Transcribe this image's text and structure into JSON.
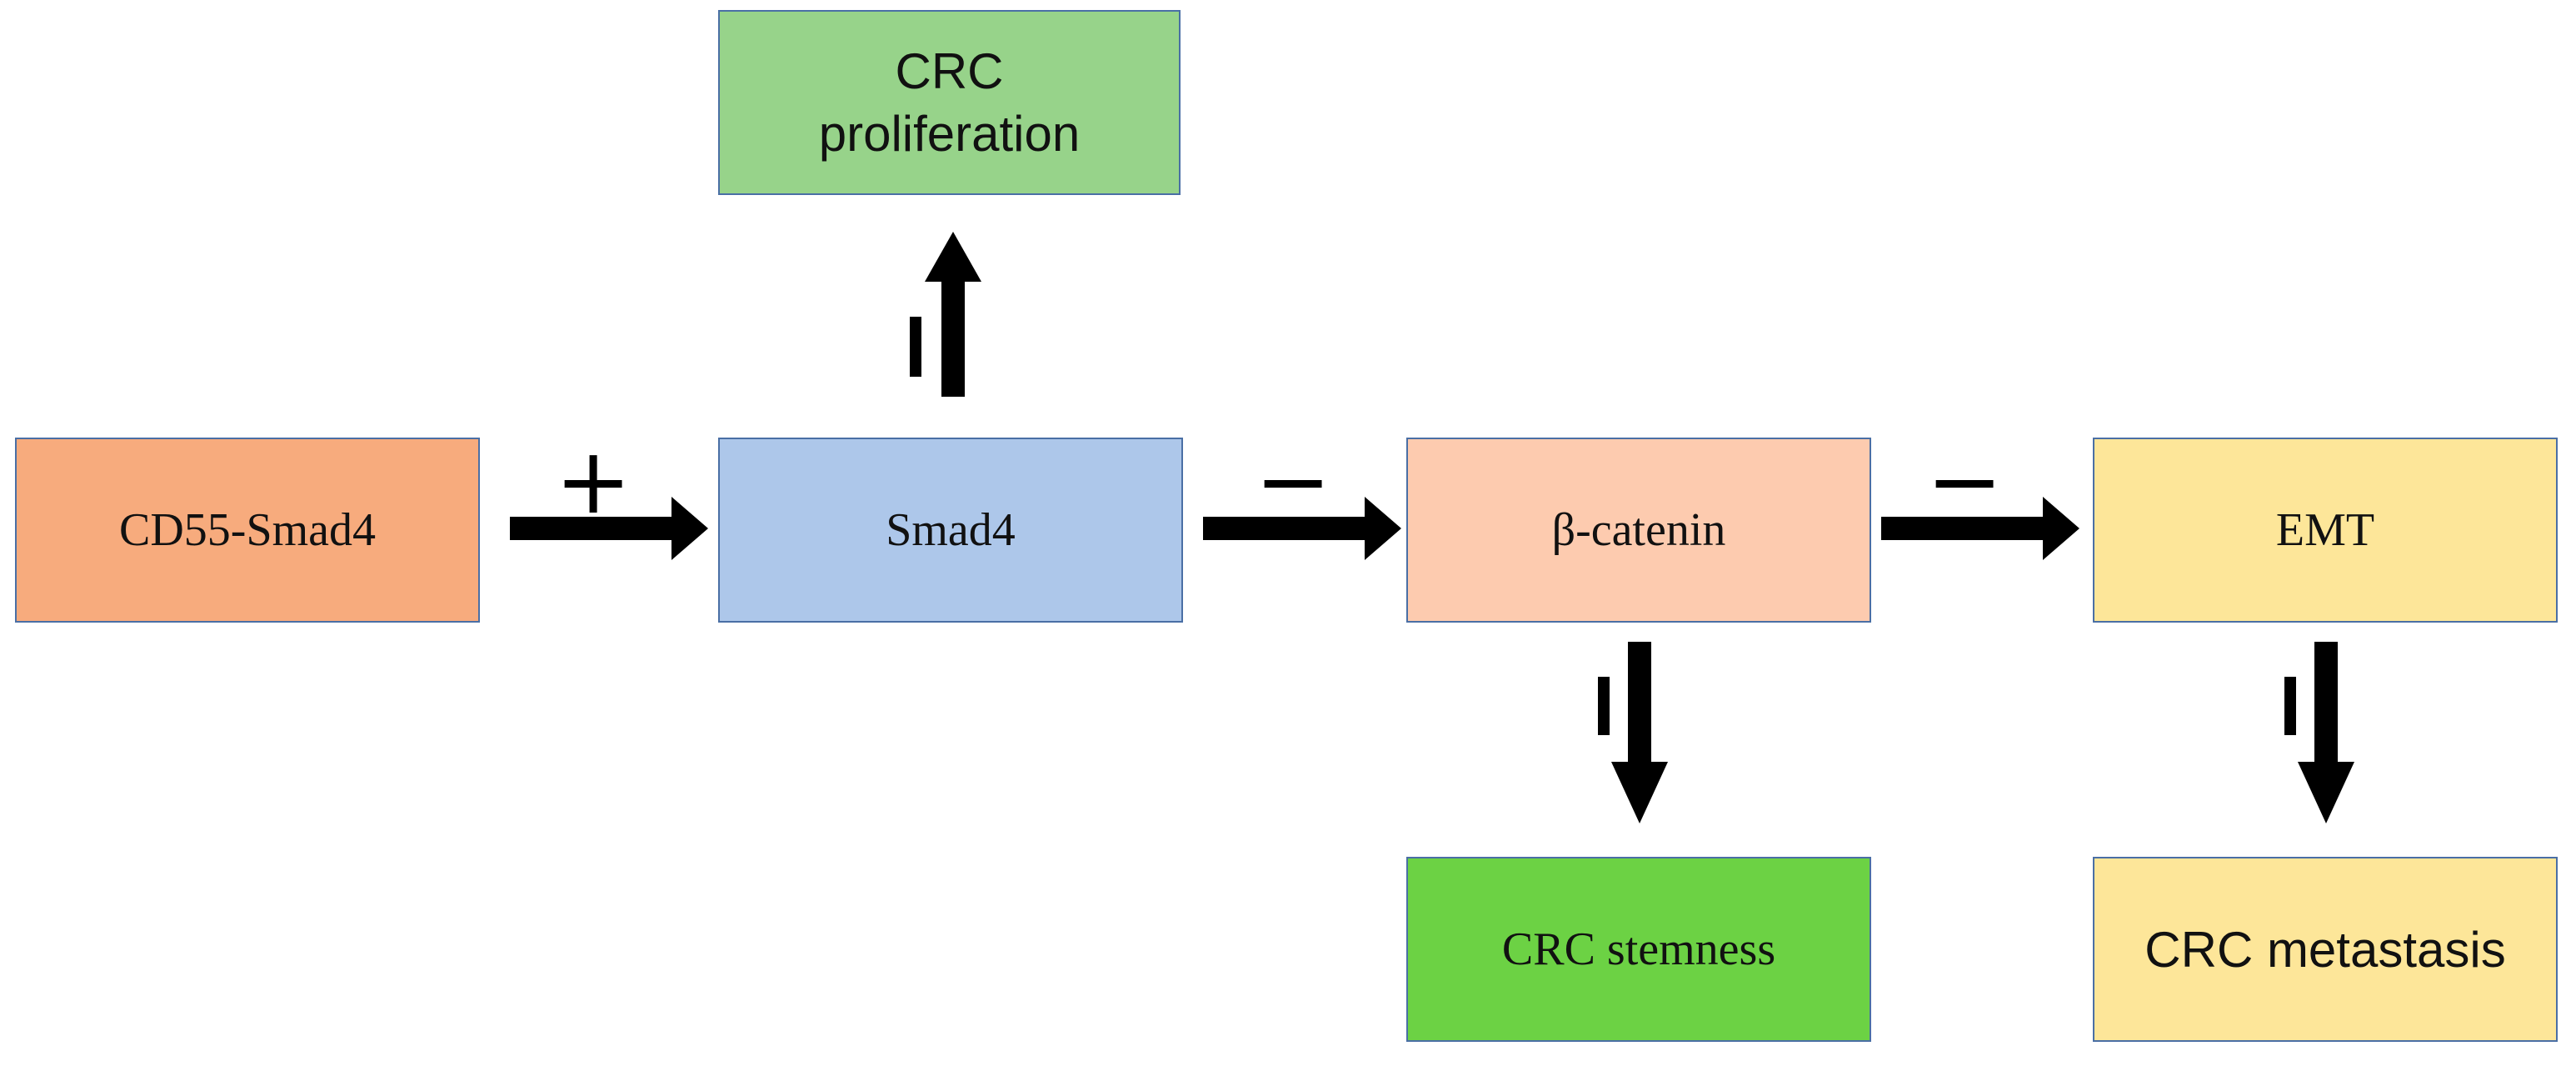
{
  "nodes": {
    "cd55_smad4": {
      "label": "CD55-Smad4",
      "color": "#f7ab7d"
    },
    "smad4": {
      "label": "Smad4",
      "color": "#adc7ea"
    },
    "beta_catenin": {
      "label": "β-catenin",
      "color": "#fdcbaf"
    },
    "emt": {
      "label": "EMT",
      "color": "#fde699"
    },
    "crc_proliferation": {
      "label": "CRC\nproliferation",
      "color": "#97d38a"
    },
    "crc_stemness": {
      "label": "CRC stemness",
      "color": "#6cd244"
    },
    "crc_metastasis": {
      "label": "CRC metastasis",
      "color": "#fde699"
    }
  },
  "edges": {
    "cd55_to_smad4": {
      "sign": "+"
    },
    "smad4_to_beta_catenin": {
      "sign": "−"
    },
    "beta_catenin_to_emt": {
      "sign": "−"
    }
  }
}
